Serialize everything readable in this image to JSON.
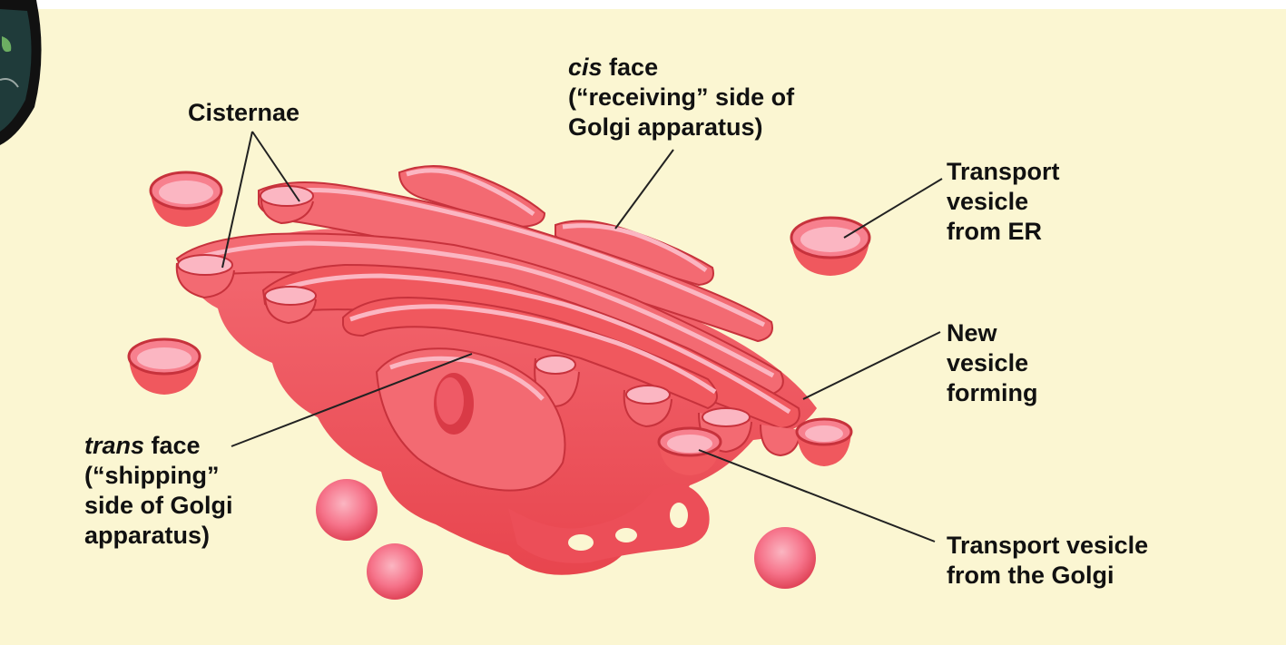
{
  "colors": {
    "background": "#FBF6D2",
    "golgi_body": "#F0585E",
    "golgi_light": "#F88C98",
    "golgi_highlight": "#FBB6C2",
    "golgi_shadow": "#C7323C",
    "leader_line": "#222222",
    "label_text": "#111111"
  },
  "labels": {
    "cisternae": {
      "line1": "Cisternae"
    },
    "cis_face": {
      "term": "cis",
      "line1_rest": " face",
      "line2": "(“receiving” side of",
      "line3": "Golgi apparatus)"
    },
    "transport_vesicle_er": {
      "line1": "Transport",
      "line2": "vesicle",
      "line3": "from ER"
    },
    "new_vesicle": {
      "line1": "New",
      "line2": "vesicle",
      "line3": "forming"
    },
    "trans_face": {
      "term": "trans",
      "line1_rest": " face",
      "line2": "(“shipping”",
      "line3": "side of Golgi",
      "line4": "apparatus)"
    },
    "transport_vesicle_golgi": {
      "line1": "Transport vesicle",
      "line2": "from the Golgi"
    }
  }
}
